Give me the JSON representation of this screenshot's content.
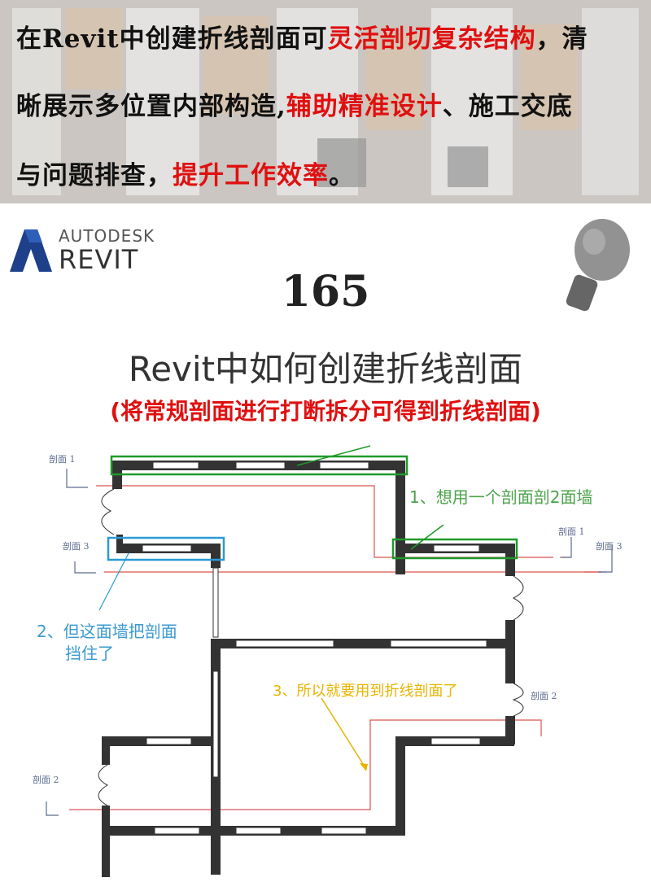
{
  "banner": {
    "line1_a": "在Revit中创建折线剖面可",
    "line1_b": "灵活剖切复杂结构",
    "line1_c": "，清",
    "line2_a": "晰展示多位置内部构造,",
    "line2_b": "辅助精准设计",
    "line2_c": "、施工交底",
    "line3_a": "与问题排查，",
    "line3_b": "提升工作效率",
    "line3_c": "。"
  },
  "logo": {
    "brand": "AUTODESK",
    "product": "REVIT"
  },
  "number": "165",
  "title": "Revit中如何创建折线剖面",
  "subtitle": "(将常规剖面进行打断拆分可得到折线剖面)",
  "diagram": {
    "section_labels": [
      "剖面 1",
      "剖面 3",
      "剖面 1",
      "剖面 3",
      "剖面 2",
      "剖面 2"
    ],
    "note1": "1、想用一个剖面剖2面墙",
    "note2_line1": "2、但这面墙把剖面",
    "note2_line2": "挡住了",
    "note3": "3、所以就要用到折线剖面了",
    "colors": {
      "green": "#1f9a2a",
      "blue": "#2a9ad6",
      "yellow": "#e8b400",
      "red": "#d9534f",
      "wall": "#333333"
    }
  }
}
